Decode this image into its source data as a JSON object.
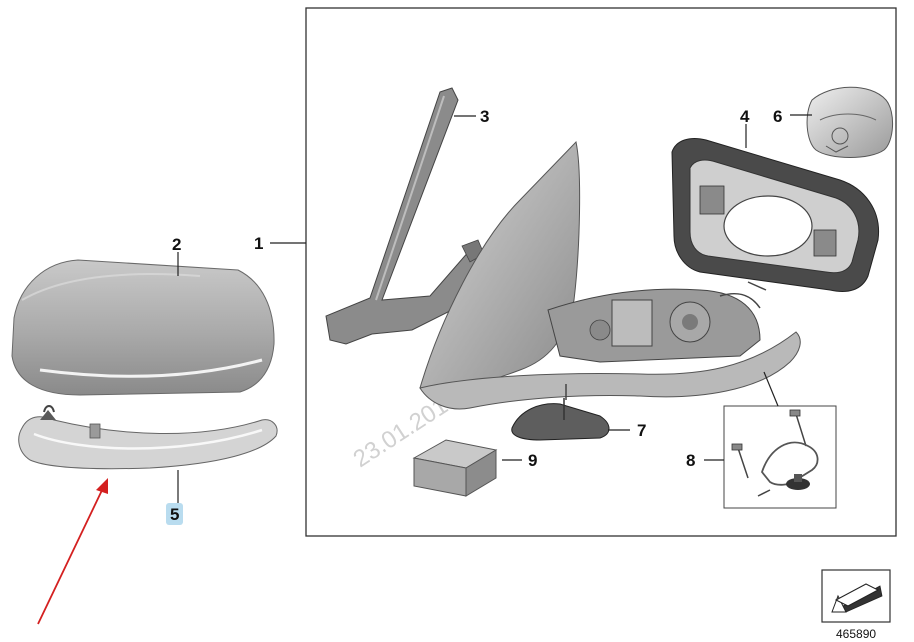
{
  "diagram": {
    "callouts": [
      "1",
      "2",
      "3",
      "4",
      "5",
      "6",
      "7",
      "8",
      "9"
    ],
    "highlight_color": "#b9dcef",
    "pointer_color": "#d42020"
  },
  "watermark": {
    "text": "23.01.2018"
  },
  "reference": {
    "number": "465890",
    "icon": "direction-arrow-icon"
  }
}
